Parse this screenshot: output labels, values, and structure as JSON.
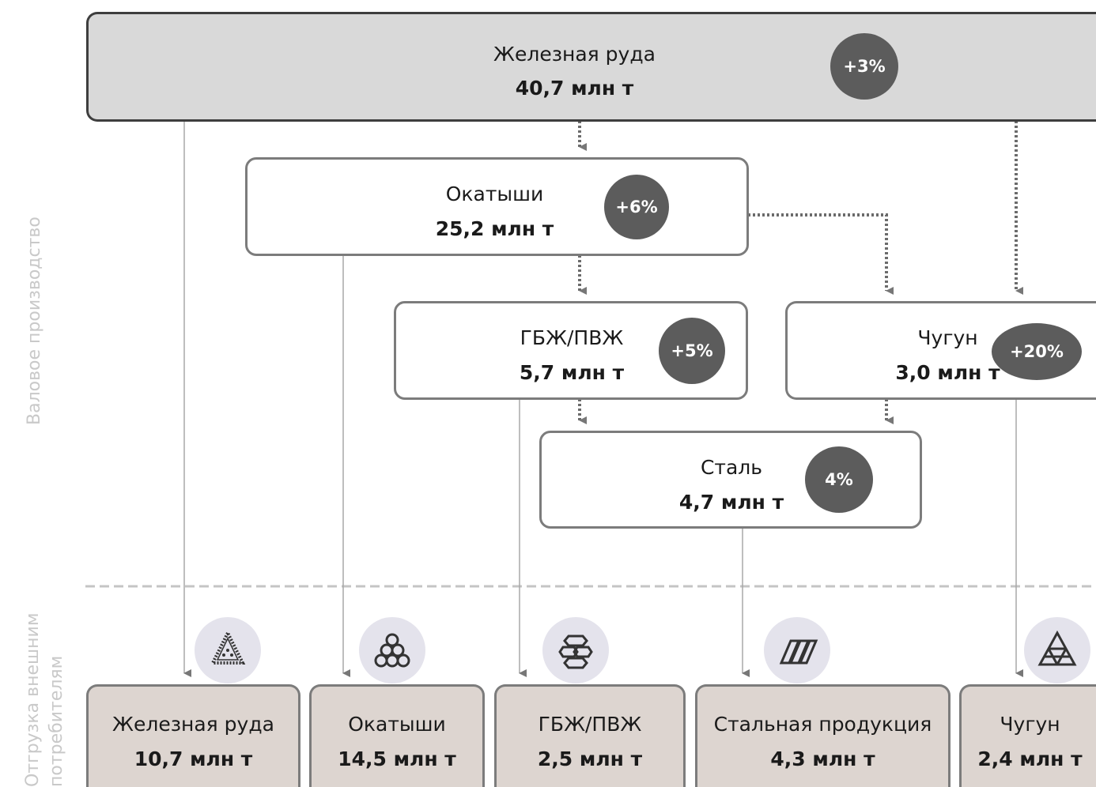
{
  "side_labels": {
    "production": "Валовое производство",
    "shipment_line1": "Отгрузка внешним",
    "shipment_line2": "потребителям"
  },
  "production_nodes": {
    "iron_ore": {
      "name": "Железная руда",
      "value": "40,7 млн т",
      "change": "+3%"
    },
    "pellets": {
      "name": "Окатыши",
      "value": "25,2 млн т",
      "change": "+6%"
    },
    "hbi_dri": {
      "name": "ГБЖ/ПВЖ",
      "value": "5,7 млн т",
      "change": "+5%"
    },
    "pig_iron": {
      "name": "Чугун",
      "value": "3,0 млн т",
      "change": "+20%"
    },
    "steel": {
      "name": "Сталь",
      "value": "4,7 млн т",
      "change": "4%"
    }
  },
  "shipment_nodes": [
    {
      "name": "Железная руда",
      "value": "10,7 млн т",
      "icon": "iron-ore-pile-icon"
    },
    {
      "name": "Окатыши",
      "value": "14,5 млн т",
      "icon": "pellets-icon"
    },
    {
      "name": "ГБЖ/ПВЖ",
      "value": "2,5 млн т",
      "icon": "hbi-briquettes-icon"
    },
    {
      "name": "Стальная продукция",
      "value": "4,3 млн т",
      "icon": "steel-bars-icon"
    },
    {
      "name": "Чугун",
      "value": "2,4 млн т",
      "icon": "pig-iron-pyramid-icon"
    }
  ],
  "colors": {
    "top_box_fill": "#d9d9d9",
    "shipment_fill": "#ddd5d0",
    "badge": "#5c5c5c",
    "border": "#7c7c7c",
    "icon_circle": "#e4e3ec",
    "side_text": "#c9c9c9"
  }
}
